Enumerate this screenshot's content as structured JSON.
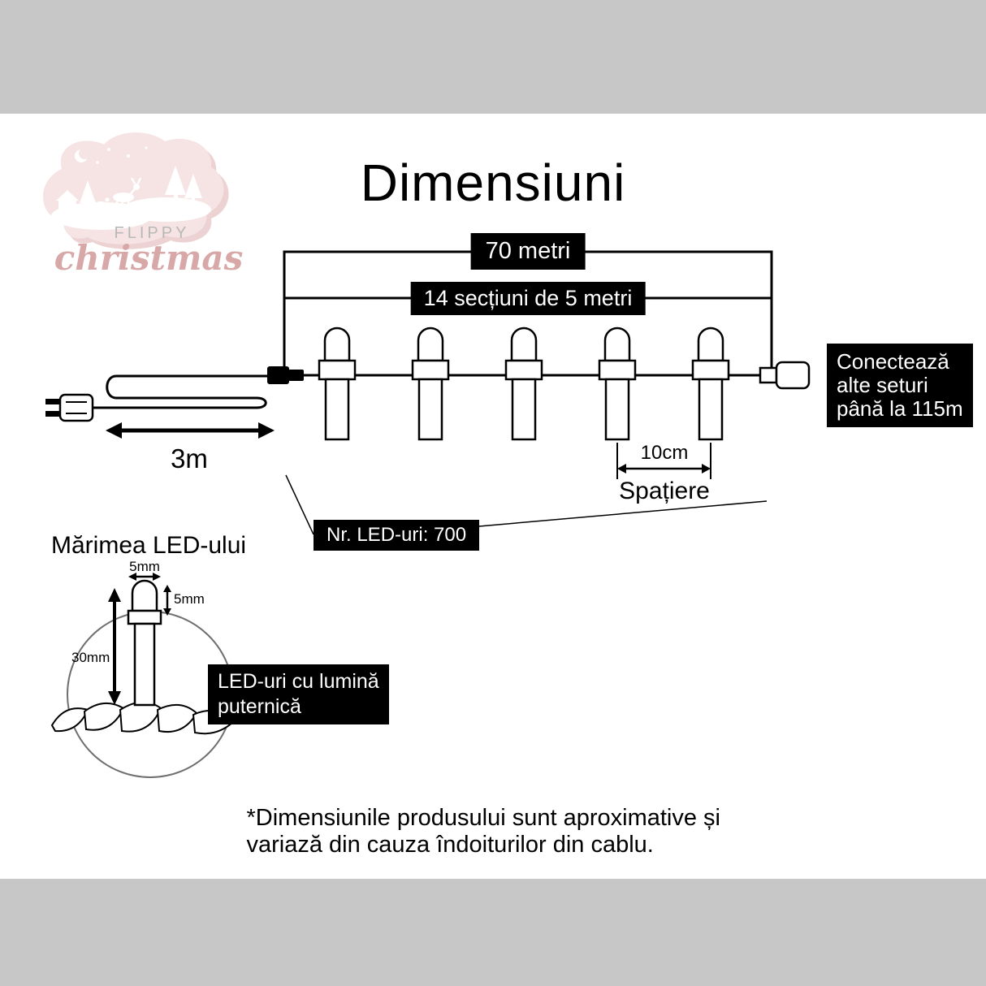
{
  "page": {
    "title": "Dimensiuni",
    "disclaimer": "*Dimensiunile produsului sunt aproximative și variază din cauza îndoiturilor din cablu."
  },
  "logo": {
    "brand_top": "FLIPPY",
    "brand_bottom": "christmas"
  },
  "diagram": {
    "total_length_label": "70 metri",
    "sections_label": "14 secțiuni de 5 metri",
    "lead_length_label": "3m",
    "spacing_value_label": "10cm",
    "spacing_label": "Spațiere",
    "led_count_label": "Nr. LED-uri: 700",
    "connect_line1": "Conectează",
    "connect_line2": "alte seturi",
    "connect_line3": "până la 115m"
  },
  "led_detail": {
    "heading": "Mărimea LED-ului",
    "width_label": "5mm",
    "tip_label": "5mm",
    "length_label": "30mm",
    "badge_line1": "LED-uri cu lumină",
    "badge_line2": "puternică"
  },
  "colors": {
    "canvas_bg": "#c7c7c7",
    "card_bg": "#ffffff",
    "badge_bg": "#000000",
    "badge_text": "#ffffff",
    "line_color": "#000000",
    "logo_pink": "#f6e3e3",
    "logo_pink_back": "#ecd2d2",
    "logo_text_gray": "#b8b8b8",
    "logo_script_pink": "#d8a8a8"
  }
}
